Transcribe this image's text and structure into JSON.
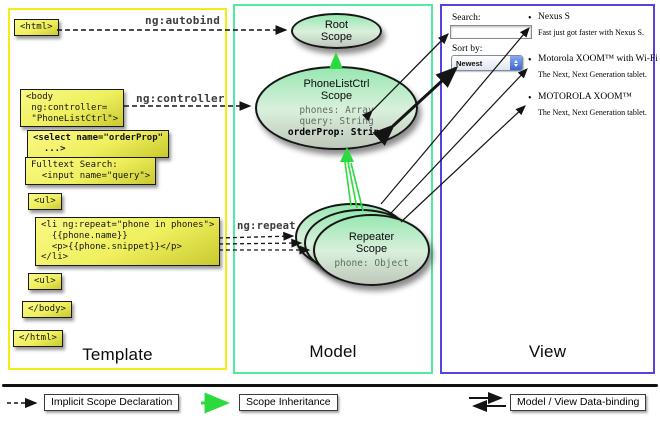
{
  "template": {
    "title": "Template",
    "boxes": {
      "html_open": "<html>",
      "body_open": "<body\n ng:controller=\n \"PhoneListCtrl\">",
      "select": "<select name=\"orderProp\"\n  ...>",
      "fulltext": "Fulltext Search:\n  <input name=\"query\">",
      "ul_open": "<ul>",
      "li_repeat": "<li ng:repeat=\"phone in phones\">\n  {{phone.name}}\n  <p>{{phone.snippet}}</p>\n</li>",
      "ul_close": "<ul>",
      "body_close": "</body>",
      "html_close": "</html>"
    }
  },
  "model": {
    "title": "Model",
    "root_scope": {
      "title": "Root\nScope"
    },
    "phonelist_scope": {
      "title": "PhoneListCtrl\nScope",
      "props": "phones: Array\nquery: String",
      "prop_bold": "orderProp: String"
    },
    "repeater_scope": {
      "title": "Repeater\nScope",
      "props": "phone: Object"
    }
  },
  "view": {
    "title": "View",
    "search_label": "Search:",
    "search_value": "",
    "sort_label": "Sort by:",
    "sort_value": "Newest",
    "bullet": "•",
    "items": [
      {
        "name": "Nexus S",
        "desc": "Fast just got faster with Nexus S."
      },
      {
        "name": "Motorola XOOM™ with Wi-Fi",
        "desc": "The Next, Next Generation tablet."
      },
      {
        "name": "MOTOROLA XOOM™",
        "desc": "The Next, Next Generation tablet."
      }
    ]
  },
  "arrow_labels": {
    "ng_autobind": "ng:autobind",
    "ng_controller": "ng:controller",
    "ng_repeat": "ng:repeat"
  },
  "legend": {
    "implicit": "Implicit Scope Declaration",
    "inheritance": "Scope Inheritance",
    "databinding": "Model / View Data-binding"
  },
  "colors": {
    "template_border": "#f0ee14",
    "model_border": "#55e8a5",
    "view_border": "#5940e0",
    "codebox_yellow": "#efef5e",
    "scope_green_top": "#99e7b2",
    "inheritance_green": "#2bdb3e",
    "arrow_black": "#141414"
  }
}
